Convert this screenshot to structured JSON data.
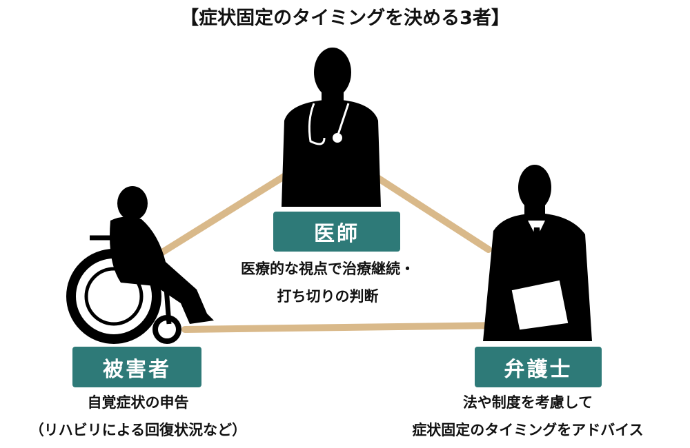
{
  "title": "【症状固定のタイミングを決める3者】",
  "colors": {
    "accent": "#2e7a78",
    "connector": "#d9b98a",
    "silhouette": "#000000"
  },
  "doctor": {
    "label": "医師",
    "desc": [
      "医療的な視点で治療継続・",
      "打ち切りの判断"
    ]
  },
  "victim": {
    "label": "被害者",
    "desc": [
      "自覚症状の申告",
      "（リハビリによる回復状況など）"
    ]
  },
  "lawyer": {
    "label": "弁護士",
    "desc": [
      "法や制度を考慮して",
      "症状固定のタイミングをアドバイス"
    ]
  }
}
